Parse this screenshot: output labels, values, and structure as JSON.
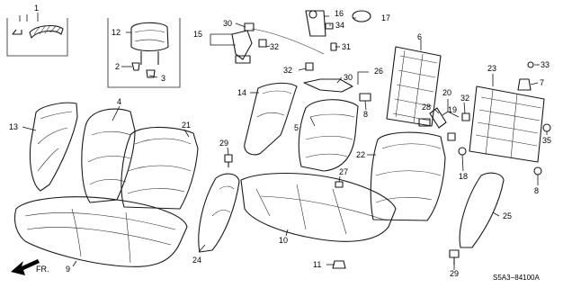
{
  "diagram_code": "S5A3−84100A",
  "front_indicator": "FR.",
  "callouts": {
    "c1": "1",
    "c2": "2",
    "c3": "3",
    "c4": "4",
    "c5": "5",
    "c6": "6",
    "c7": "7",
    "c8a": "8",
    "c8b": "8",
    "c9": "9",
    "c10": "10",
    "c11": "11",
    "c12": "12",
    "c13": "13",
    "c14": "14",
    "c15": "15",
    "c16": "16",
    "c17": "17",
    "c18": "18",
    "c19": "19",
    "c20": "20",
    "c21": "21",
    "c22": "22",
    "c23": "23",
    "c24": "24",
    "c25": "25",
    "c26": "26",
    "c27": "27",
    "c28": "28",
    "c29a": "29",
    "c29b": "29",
    "c30a": "30",
    "c30b": "30",
    "c31": "31",
    "c32a": "32",
    "c32b": "32",
    "c32c": "32",
    "c33": "33",
    "c34": "34",
    "c35": "35"
  }
}
